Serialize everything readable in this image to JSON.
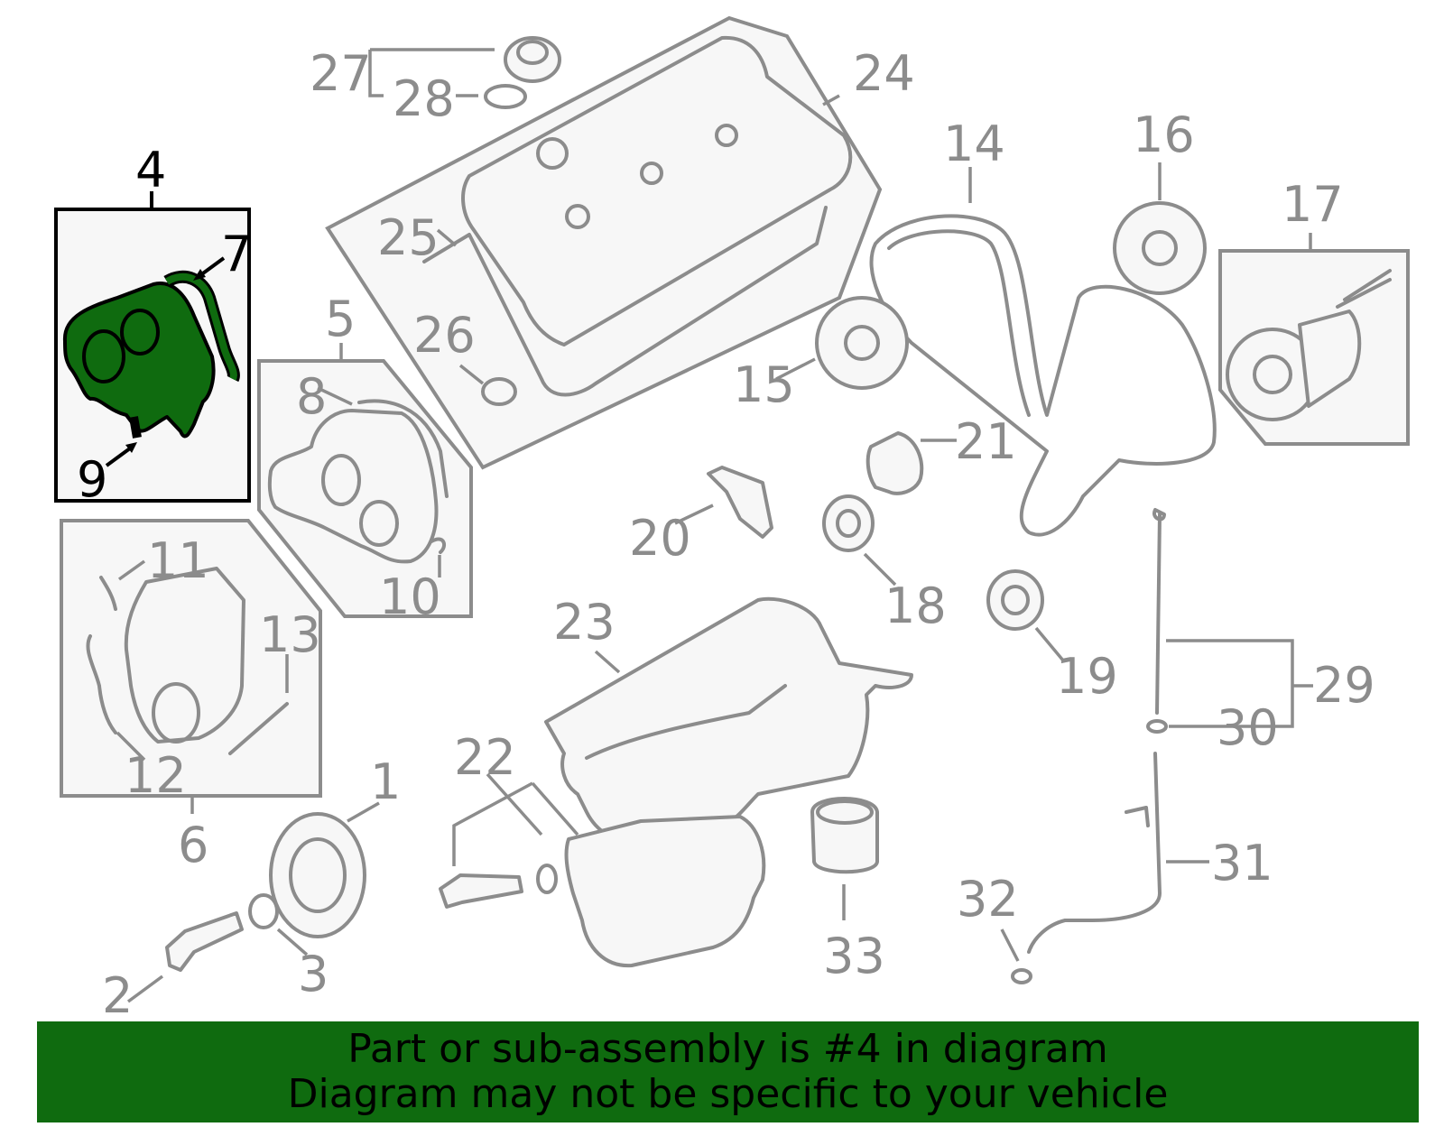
{
  "colors": {
    "highlight": "#0f6b0f",
    "parts": "#8c8c8c",
    "banner_text": "#000000"
  },
  "callouts": {
    "c1": "1",
    "c2": "2",
    "c3": "3",
    "c4": "4",
    "c5": "5",
    "c6": "6",
    "c7": "7",
    "c8": "8",
    "c9": "9",
    "c10": "10",
    "c11": "11",
    "c12": "12",
    "c13": "13",
    "c14": "14",
    "c15": "15",
    "c16": "16",
    "c17": "17",
    "c18": "18",
    "c19": "19",
    "c20": "20",
    "c21": "21",
    "c22": "22",
    "c23": "23",
    "c24": "24",
    "c25": "25",
    "c26": "26",
    "c27": "27",
    "c28": "28",
    "c29": "29",
    "c30": "30",
    "c31": "31",
    "c32": "32",
    "c33": "33"
  },
  "banner": {
    "line1": "Part or sub-assembly is #4 in diagram",
    "line2": "Diagram may not be specific to your vehicle"
  }
}
